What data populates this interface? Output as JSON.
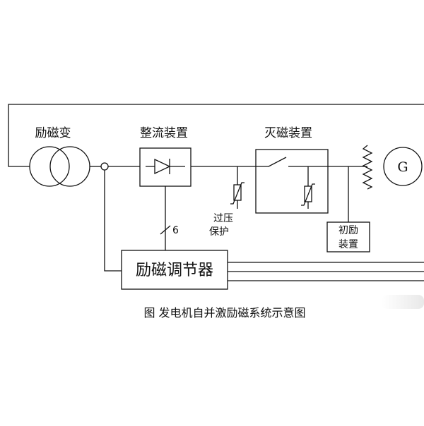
{
  "diagram": {
    "labels": {
      "excitation_transformer": "励磁变",
      "rectifier": "整流装置",
      "demagnetizer": "灭磁装置",
      "overvoltage_line1": "过压",
      "overvoltage_line2": "保护",
      "initial_exc_line1": "初励",
      "initial_exc_line2": "装置",
      "regulator": "励磁调节器",
      "generator": "G",
      "bus_count": "6"
    },
    "caption": "图  发电机自并激励磁系统示意图"
  }
}
